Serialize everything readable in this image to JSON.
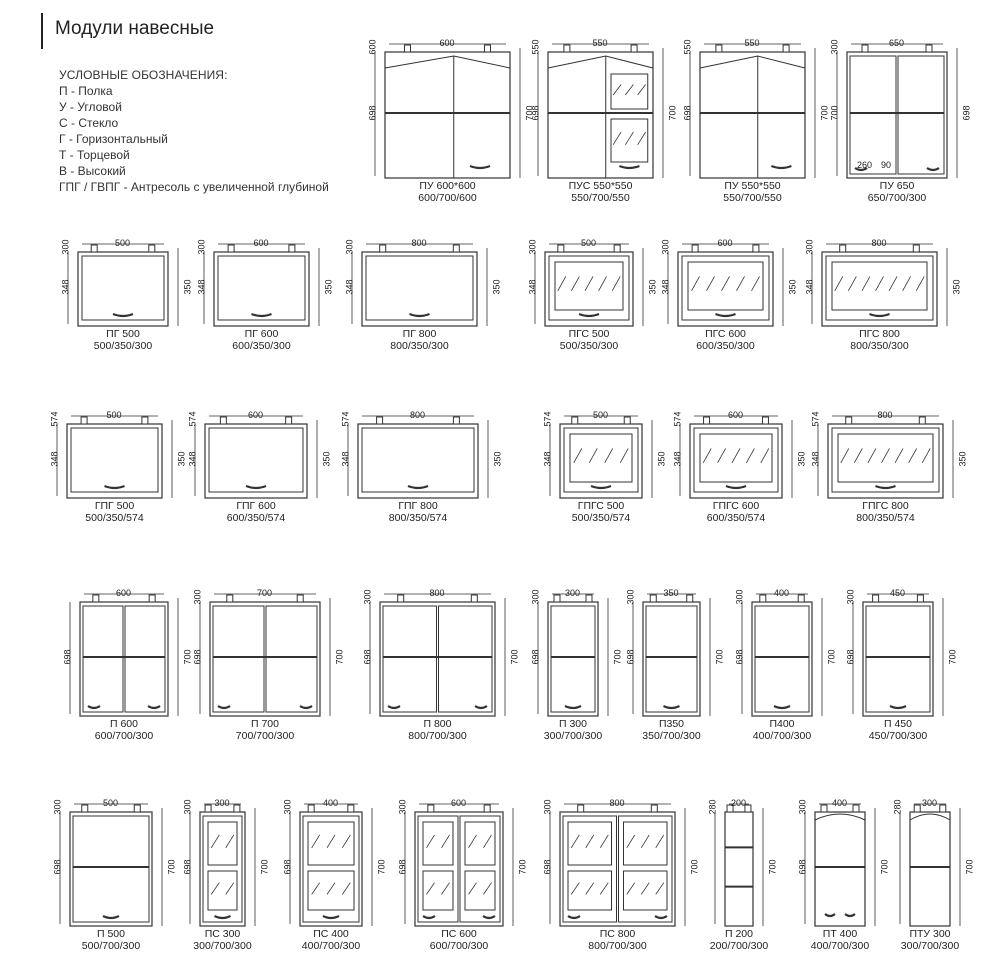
{
  "page": {
    "title": "Модули навесные",
    "legend_heading": "УСЛОВНЫЕ ОБОЗНАЧЕНИЯ:",
    "legend": [
      "П - Полка",
      "У - Угловой",
      "С - Стекло",
      "Г - Горизонтальный",
      "Т - Торцевой",
      "В - Высокий",
      "ГПГ / ГВПГ - Антресоль с увеличенной глубиной"
    ]
  },
  "modules": [
    {
      "name": "ПУ 600*600",
      "size": "600/700/600",
      "w": "600",
      "d": "600",
      "h_in": "698",
      "h_out": "700"
    },
    {
      "name": "ПУС 550*550",
      "size": "550/700/550",
      "w": "550",
      "d": "550",
      "h_in": "698",
      "h_out": "700"
    },
    {
      "name": "ПУ 550*550",
      "size": "550/700/550",
      "w": "550",
      "d": "550",
      "h_in": "698",
      "h_out": "700"
    },
    {
      "name": "ПУ 650",
      "size": "650/700/300",
      "w": "650",
      "d": "300",
      "h_in": "700",
      "h_out": "698",
      "extra1": "260",
      "extra2": "90"
    },
    {
      "name": "ПГ 500",
      "size": "500/350/300",
      "w": "500",
      "d": "300",
      "h_in": "348",
      "h_out": "350"
    },
    {
      "name": "ПГ 600",
      "size": "600/350/300",
      "w": "600",
      "d": "300",
      "h_in": "348",
      "h_out": "350"
    },
    {
      "name": "ПГ 800",
      "size": "800/350/300",
      "w": "800",
      "d": "300",
      "h_in": "348",
      "h_out": "350"
    },
    {
      "name": "ПГС 500",
      "size": "500/350/300",
      "w": "500",
      "d": "300",
      "h_in": "348",
      "h_out": "350"
    },
    {
      "name": "ПГС 600",
      "size": "600/350/300",
      "w": "600",
      "d": "300",
      "h_in": "348",
      "h_out": "350"
    },
    {
      "name": "ПГС 800",
      "size": "800/350/300",
      "w": "800",
      "d": "300",
      "h_in": "348",
      "h_out": "350"
    },
    {
      "name": "ГПГ 500",
      "size": "500/350/574",
      "w": "500",
      "d": "574",
      "h_in": "348",
      "h_out": "350"
    },
    {
      "name": "ГПГ 600",
      "size": "600/350/574",
      "w": "600",
      "d": "574",
      "h_in": "348",
      "h_out": "350"
    },
    {
      "name": "ГПГ 800",
      "size": "800/350/574",
      "w": "800",
      "d": "574",
      "h_in": "348",
      "h_out": "350"
    },
    {
      "name": "ГПГС 500",
      "size": "500/350/574",
      "w": "500",
      "d": "574",
      "h_in": "348",
      "h_out": "350"
    },
    {
      "name": "ГПГС 600",
      "size": "600/350/574",
      "w": "600",
      "d": "574",
      "h_in": "348",
      "h_out": "350"
    },
    {
      "name": "ГПГС 800",
      "size": "800/350/574",
      "w": "800",
      "d": "574",
      "h_in": "348",
      "h_out": "350"
    },
    {
      "name": "П 600",
      "size": "600/700/300",
      "w": "600",
      "d": "",
      "h_in": "698",
      "h_out": "700"
    },
    {
      "name": "П 700",
      "size": "700/700/300",
      "w": "700",
      "d": "300",
      "h_in": "698",
      "h_out": "700"
    },
    {
      "name": "П 800",
      "size": "800/700/300",
      "w": "800",
      "d": "300",
      "h_in": "698",
      "h_out": "700"
    },
    {
      "name": "П 300",
      "size": "300/700/300",
      "w": "300",
      "d": "300",
      "h_in": "698",
      "h_out": "700"
    },
    {
      "name": "П350",
      "size": "350/700/300",
      "w": "350",
      "d": "300",
      "h_in": "698",
      "h_out": "700"
    },
    {
      "name": "П400",
      "size": "400/700/300",
      "w": "400",
      "d": "300",
      "h_in": "698",
      "h_out": "700"
    },
    {
      "name": "П 450",
      "size": "450/700/300",
      "w": "450",
      "d": "300",
      "h_in": "698",
      "h_out": "700"
    },
    {
      "name": "П 500",
      "size": "500/700/300",
      "w": "500",
      "d": "300",
      "h_in": "698",
      "h_out": "700"
    },
    {
      "name": "ПС 300",
      "size": "300/700/300",
      "w": "300",
      "d": "300",
      "h_in": "698",
      "h_out": "700"
    },
    {
      "name": "ПС 400",
      "size": "400/700/300",
      "w": "400",
      "d": "300",
      "h_in": "698",
      "h_out": "700"
    },
    {
      "name": "ПС 600",
      "size": "600/700/300",
      "w": "600",
      "d": "300",
      "h_in": "698",
      "h_out": "700"
    },
    {
      "name": "ПС 800",
      "size": "800/700/300",
      "w": "800",
      "d": "300",
      "h_in": "698",
      "h_out": "700"
    },
    {
      "name": "П 200",
      "size": "200/700/300",
      "w": "200",
      "d": "280",
      "h_in": "",
      "h_out": "700"
    },
    {
      "name": "ПТ 400",
      "size": "400/700/300",
      "w": "400",
      "d": "300",
      "h_in": "698",
      "h_out": "700"
    },
    {
      "name": "ПТУ 300",
      "size": "300/700/300",
      "w": "300",
      "d": "280",
      "h_in": "",
      "h_out": "700"
    }
  ]
}
